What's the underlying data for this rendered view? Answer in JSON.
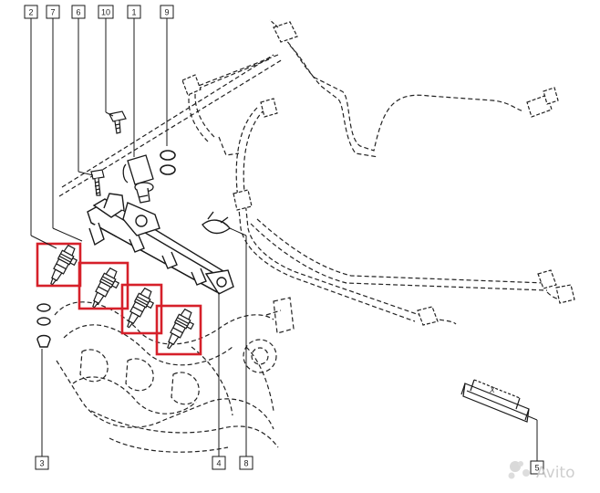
{
  "diagram": {
    "callouts": [
      {
        "id": "c2",
        "label": "2"
      },
      {
        "id": "c7",
        "label": "7"
      },
      {
        "id": "c6",
        "label": "6"
      },
      {
        "id": "c10",
        "label": "10"
      },
      {
        "id": "c1",
        "label": "1"
      },
      {
        "id": "c9",
        "label": "9"
      },
      {
        "id": "c3",
        "label": "3"
      },
      {
        "id": "c4",
        "label": "4"
      },
      {
        "id": "c8",
        "label": "8"
      },
      {
        "id": "c5",
        "label": "5"
      }
    ],
    "dimension_label": "X",
    "highlight_color": "#d6202a",
    "line_color": "#1a1a1a"
  },
  "watermark": {
    "logo_text": "Avito",
    "icon": "avito-dots-icon"
  }
}
